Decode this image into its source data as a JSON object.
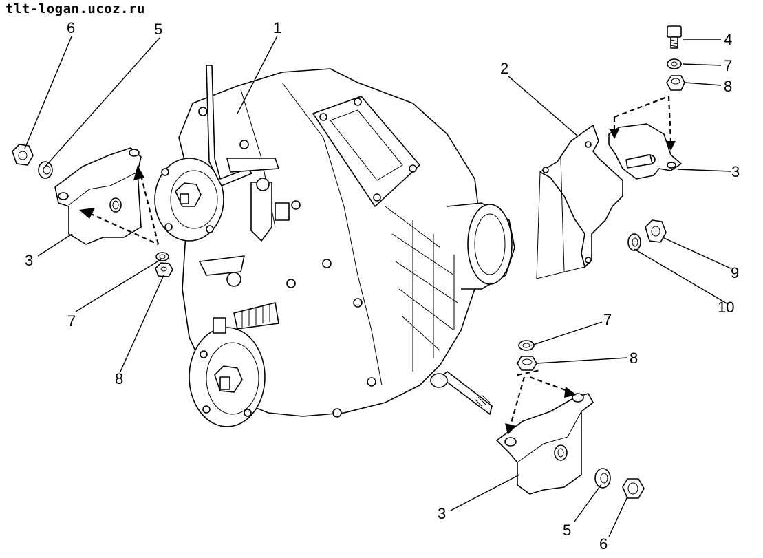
{
  "watermark": "tlt-logan.ucoz.ru",
  "callouts": {
    "main_housing": "1",
    "bracket": "2",
    "mount_left": "3",
    "mount_right": "3",
    "mount_bottom": "3",
    "bolt": "4",
    "washer_left": "5",
    "washer_bottom": "5",
    "nut_left_top": "6",
    "nut_bottom": "6",
    "lock_washer_left": "7",
    "lock_washer_top_right": "7",
    "lock_washer_mid_right": "7",
    "nut_left_bottom": "8",
    "nut_top_right": "8",
    "nut_mid_right": "8",
    "bracket_nut": "9",
    "bracket_washer": "10"
  }
}
